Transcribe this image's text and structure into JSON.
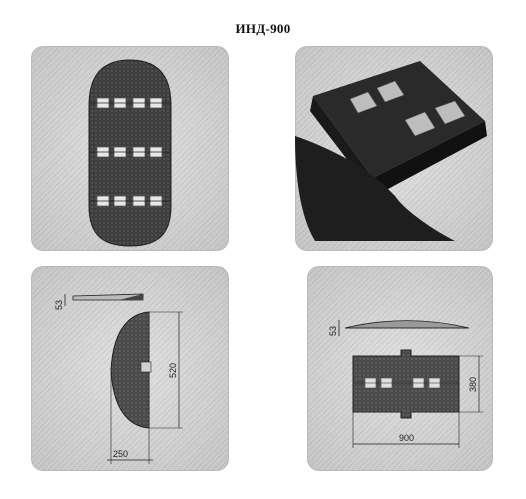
{
  "title": "ИНД-900",
  "drawings": {
    "side_view_height": "53",
    "half_module_height": "520",
    "half_module_width": "250",
    "side_view_height_2": "53",
    "full_module_height": "380",
    "full_module_width": "900"
  }
}
